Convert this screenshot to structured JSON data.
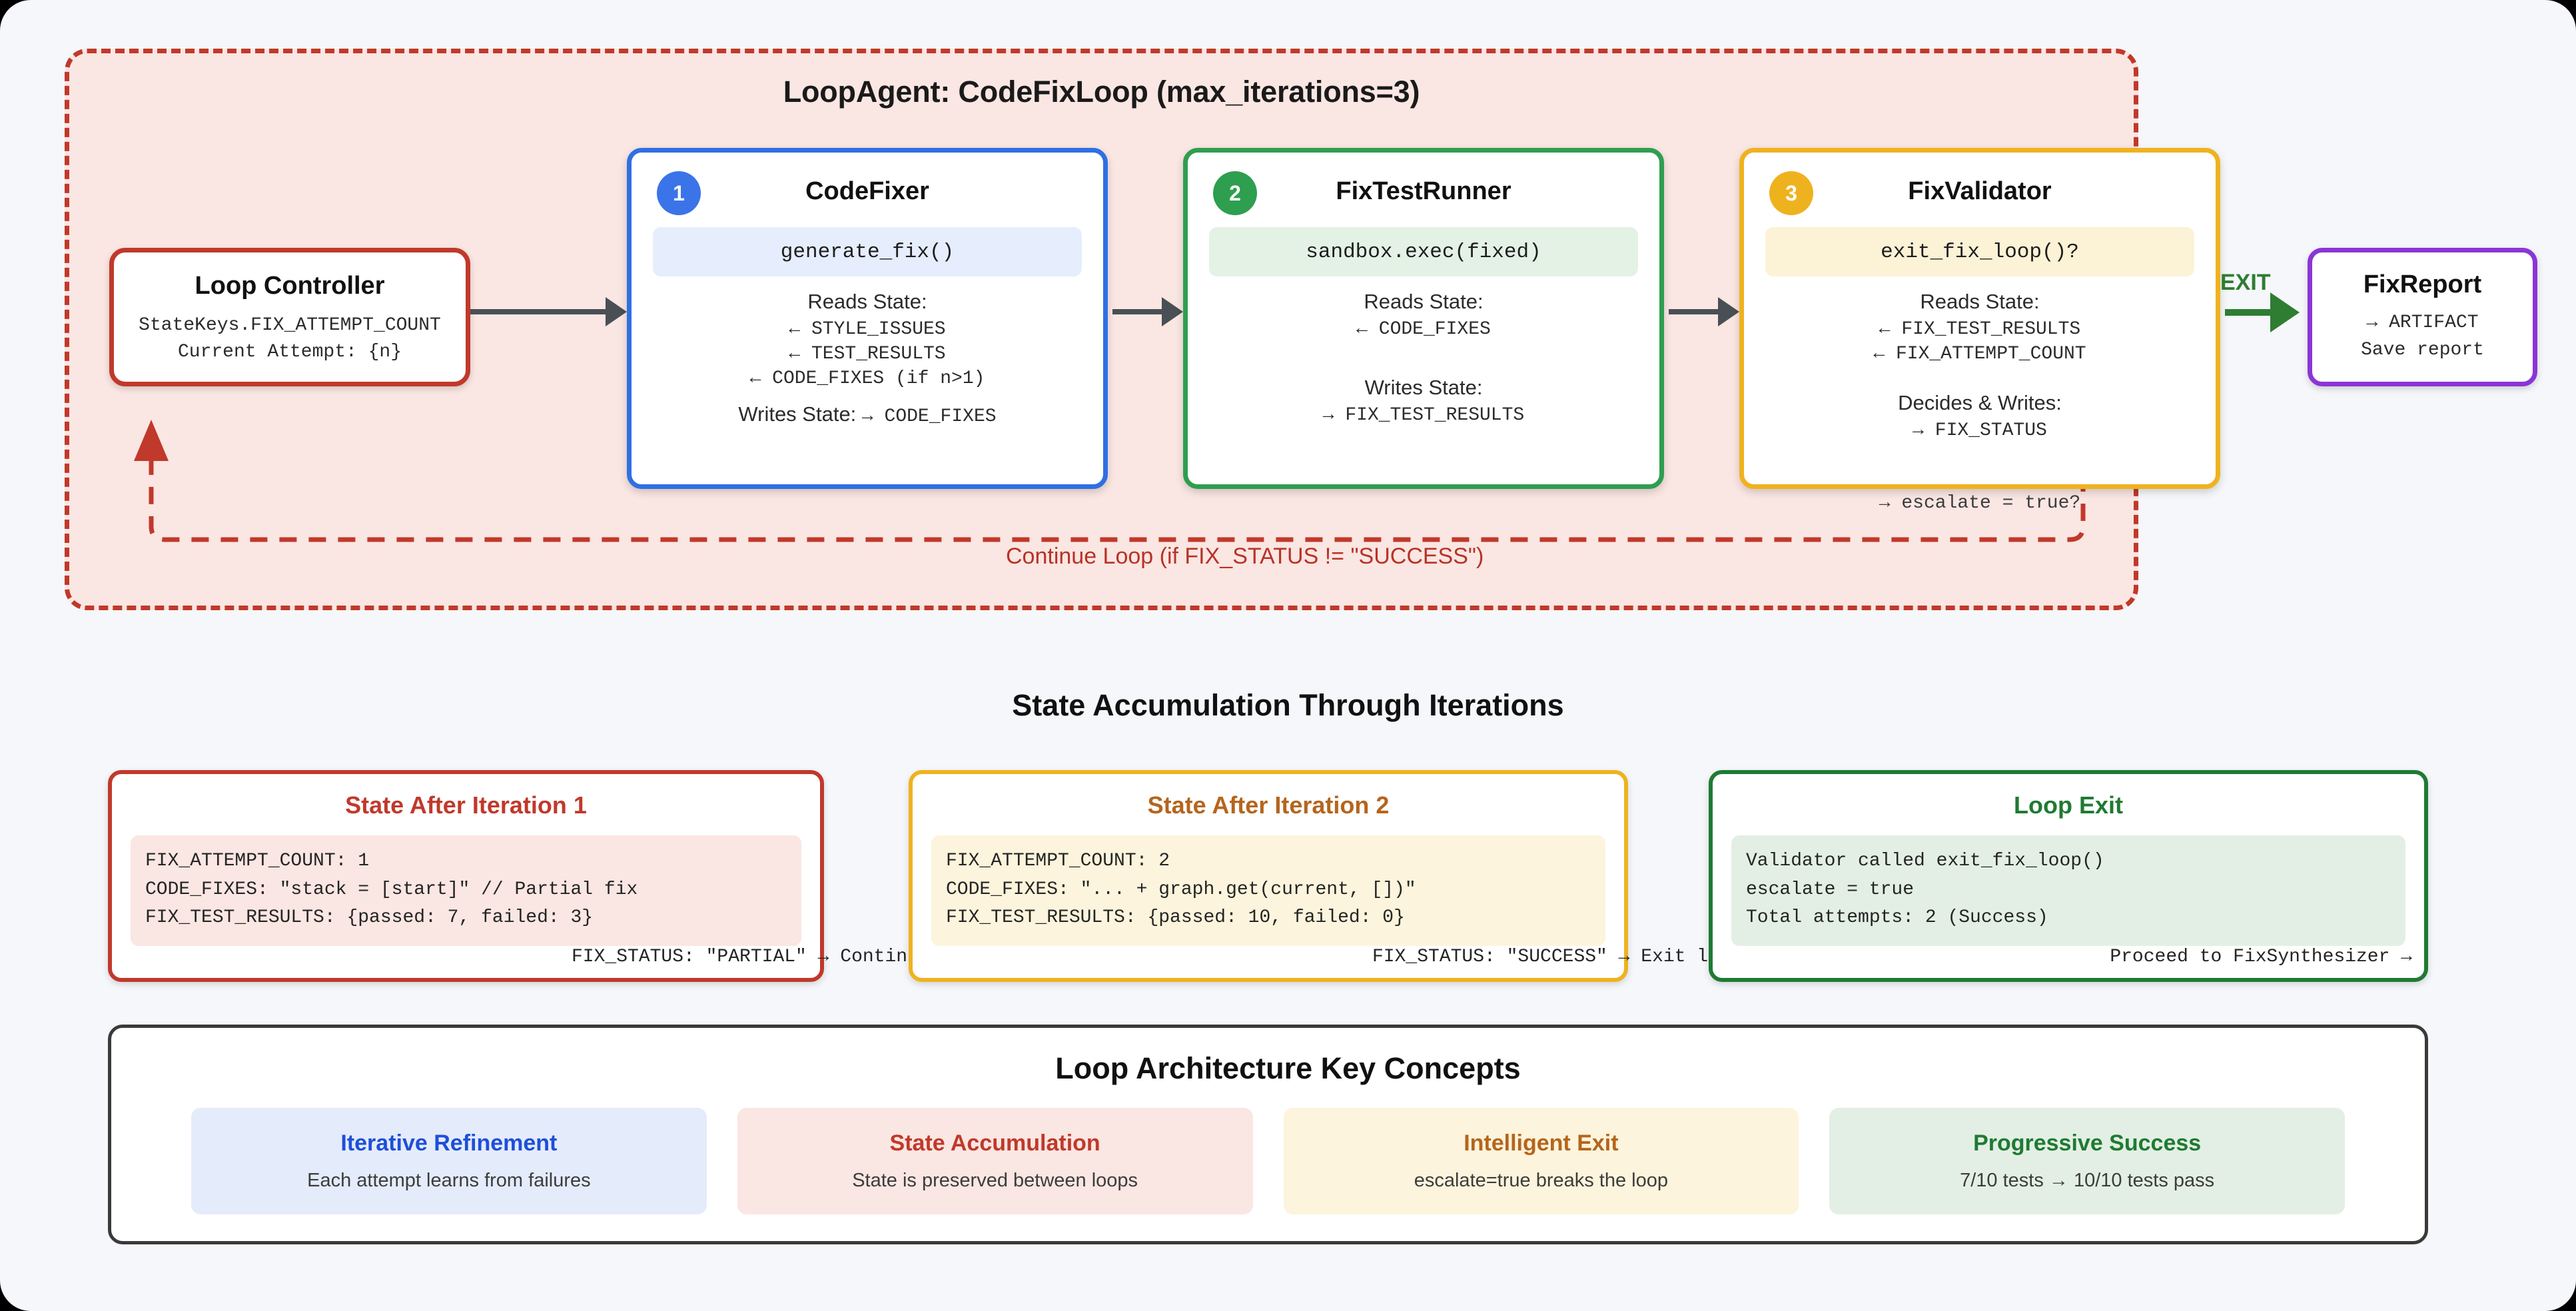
{
  "loop_panel": {
    "title": "LoopAgent: CodeFixLoop (max_iterations=3)",
    "continue_label": "Continue Loop (if FIX_STATUS != \"SUCCESS\")"
  },
  "loop_controller": {
    "title": "Loop Controller",
    "line1": "StateKeys.FIX_ATTEMPT_COUNT",
    "line2": "Current Attempt: {n}"
  },
  "agents": [
    {
      "badge": "1",
      "name": "CodeFixer",
      "method": "generate_fix()",
      "reads_label": "Reads State:",
      "reads": [
        "← STYLE_ISSUES",
        "← TEST_RESULTS",
        "← CODE_FIXES (if n>1)"
      ],
      "writes_label": "Writes State: ",
      "writes_inline": "→ CODE_FIXES"
    },
    {
      "badge": "2",
      "name": "FixTestRunner",
      "method": "sandbox.exec(fixed)",
      "reads_label": "Reads State:",
      "reads": [
        "← CODE_FIXES"
      ],
      "writes_label": "Writes State:",
      "writes": [
        "→ FIX_TEST_RESULTS"
      ]
    },
    {
      "badge": "3",
      "name": "FixValidator",
      "method": "exit_fix_loop()?",
      "reads_label": "Reads State:",
      "reads": [
        "← FIX_TEST_RESULTS",
        "← FIX_ATTEMPT_COUNT"
      ],
      "writes_label": "Decides & Writes:",
      "writes": [
        "→ FIX_STATUS"
      ],
      "overflow": "→ escalate = true?"
    }
  ],
  "exit": {
    "label": "EXIT"
  },
  "fix_report": {
    "title": "FixReport",
    "line1": "→ ARTIFACT",
    "line2": "Save report"
  },
  "state_section": {
    "heading": "State Accumulation Through Iterations",
    "cards": [
      {
        "title": "State After Iteration 1",
        "lines": [
          "FIX_ATTEMPT_COUNT: 1",
          "CODE_FIXES: \"stack = [start]\" // Partial fix",
          "FIX_TEST_RESULTS: {passed: 7, failed: 3}"
        ],
        "footer": "FIX_STATUS: \"PARTIAL\" → Continue loop"
      },
      {
        "title": "State After Iteration 2",
        "lines": [
          "FIX_ATTEMPT_COUNT: 2",
          "CODE_FIXES: \"... + graph.get(current, [])\"",
          "FIX_TEST_RESULTS: {passed: 10, failed: 0}"
        ],
        "footer": "FIX_STATUS: \"SUCCESS\" → Exit loop"
      },
      {
        "title": "Loop Exit",
        "lines": [
          "Validator called exit_fix_loop()",
          "escalate = true",
          "Total attempts: 2 (Success)"
        ],
        "footer": "Proceed to FixSynthesizer →"
      }
    ]
  },
  "concepts_section": {
    "heading": "Loop Architecture Key Concepts",
    "cards": [
      {
        "title": "Iterative Refinement",
        "desc": "Each attempt learns from failures"
      },
      {
        "title": "State Accumulation",
        "desc": "State is preserved between loops"
      },
      {
        "title": "Intelligent Exit",
        "desc": "escalate=true breaks the loop"
      },
      {
        "title": "Progressive Success",
        "desc": "7/10 tests → 10/10 tests pass"
      }
    ]
  },
  "colors": {
    "loop_border": "#c0392b",
    "loop_fill": "#fae6e2",
    "agent1": "#2f6fe4",
    "agent2": "#2e9e4f",
    "agent3": "#efb21f",
    "report": "#8b35d6",
    "exit": "#2f7d32",
    "page_bg": "#f5f7fa"
  }
}
